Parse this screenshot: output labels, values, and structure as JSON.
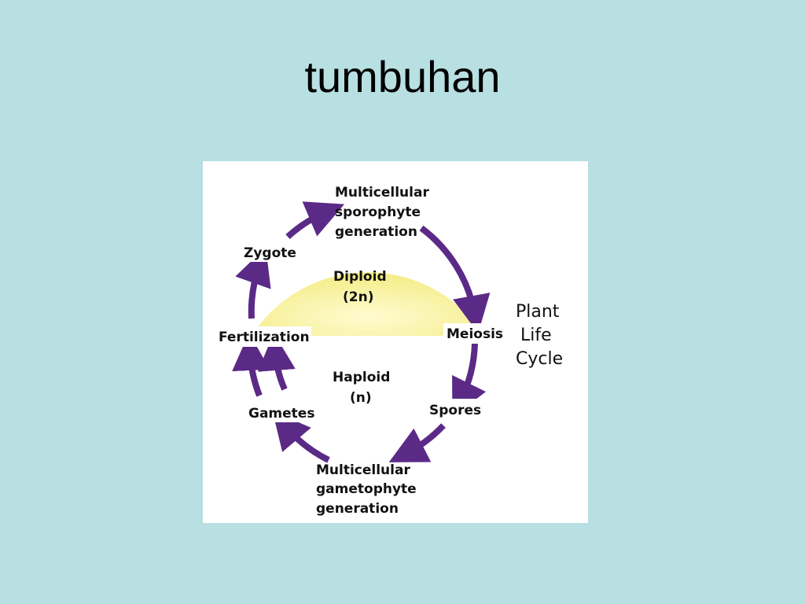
{
  "title": "tumbuhan",
  "diagram": {
    "caption": [
      "Plant",
      "Life",
      "Cycle"
    ],
    "stages": {
      "sporophyte": [
        "Multicellular",
        "sporophyte",
        "generation"
      ],
      "meiosis": "Meiosis",
      "spores": "Spores",
      "gametophyte": [
        "Multicellular",
        "gametophyte",
        "generation"
      ],
      "gametes": "Gametes",
      "fertilization": "Fertilization",
      "zygote": "Zygote"
    },
    "phases": {
      "diploid": [
        "Diploid",
        "(2n)"
      ],
      "haploid": [
        "Haploid",
        "(n)"
      ]
    },
    "colors": {
      "arrow": "#5b2a86",
      "diploid_fill": "#fbf6a8",
      "background": "#b8dfe2"
    }
  }
}
